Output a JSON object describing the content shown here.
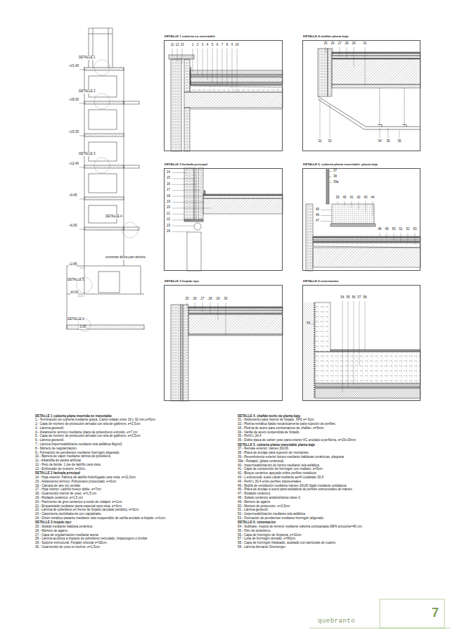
{
  "diagram": {
    "nodes": [
      {
        "text": [
          "DETALLE 1 cubierta no transitable"
        ]
      },
      {
        "text": [
          "DETALLE 2 fachada principal"
        ]
      },
      {
        "text": [
          "DETALLE 3 forjado tipo"
        ]
      },
      {
        "text": [
          "DETALLE 4 chaflán planta baja"
        ]
      },
      {
        "text": [
          "DETALLE 5. cubierta planta transitable. planta baja"
        ]
      },
      {
        "text": [
          "DETALLE 6 cimentación"
        ]
      }
    ],
    "labels": [
      "DETALLE 1",
      "+21.40",
      "DETALLE 2",
      "+18.30",
      "+15.35",
      "DETALLE 3",
      "+12.40",
      "+9.45",
      "DETALLE 4",
      "+6.50",
      "comentar altura juan antonio",
      "+2.85",
      "DETALLE 5",
      "±0.00",
      "DETALLE 6",
      "-3.05",
      "11",
      "12",
      "13",
      "1",
      "2",
      "3",
      "4",
      "5",
      "6",
      "7",
      "8",
      "9",
      "10",
      "14",
      "15",
      "16",
      "17",
      "18",
      "19",
      "20",
      "21",
      "22",
      "23",
      "24",
      "25",
      "26",
      "27",
      "28",
      "29",
      "30",
      "25",
      "26",
      "27",
      "28",
      "29",
      "31",
      "32",
      "33",
      "34",
      "35",
      "36",
      "37",
      "38",
      "39a",
      "39",
      "40",
      "41",
      "42",
      "43",
      "44",
      "45",
      "46",
      "47",
      "48",
      "49",
      "50",
      "51",
      "52",
      "53",
      "54",
      "55",
      "56",
      "57",
      "58",
      "59",
      "DETALLE 1 cubierta plana invertida no transitable",
      "1.- Terminación de cubierta mediante grava. Canto rodado entre 16 y 32 mm.e=5cm",
      "2.- Capa de mortero de protección armado con tela de gallinero. e=2,5cm",
      "3.- Lámina geotextil.",
      "4.- Aislamiento térmico mediante placa de poliestireno extruido. e=7 cm",
      "5.- Capa de mortero de protección armado con tela de gallinero. e=2,5cm",
      "6.- Lámina geotextil.",
      "7.- Lámina impermeabilizante mediante tela asfáltica 4kg/m2",
      "8.- Mortero de regularización.",
      "9.- Formación de pendientes mediante hormigón aligerado.",
      "10.- Barrera de vapor mediante lámina de polietileno.",
      "11.- Albardilla de piedra artificial.",
      "12.- Peto de borde. 1 pie de ladrillo cara vista.",
      "13.- Enfoscado de mortero. e=2cm.",
      "DETALLE 2 fachada principal",
      "14.- Hoja exterior. Fábrica de ladrillo hidrofugado cara vista. e=11,5cm",
      "15.- Aislamiento térmico. Poliuretano proyectado. e=3cm",
      "16.- Cámara de aire sin ventilar.",
      "17.- Hoja interior. Ladrillo hueco doble. e=7cm",
      "18.- Guarnecido interior de yeso. e=1,5 cm",
      "19.- Rodapié cerámico. e=1,5 cm",
      "20.- Pavimento de gres cerámico a modo de rodapié. e=1cm",
      "21.- Empanelado mediante pieza especial cara vista. e=3cm",
      "22.- Lámina de polietileno en frente de forjado (anclado perdido). e=3cm",
      "23.- Carpintería oscilobatiente con capialzado.",
      "24.- Dintel metálico pasante mediante tubo suspendido de varilla anclado a forjado. e=1cm.",
      "DETALLE 3 forjado tipo",
      "25.- Solado mediante baldosa cerámica.",
      "26.- Mortero de agarre.",
      "27.- Capa de regularización mediante arena.",
      "28.- Lámina acústica a impacto de polietileno reticulado, Impactogum o similar.",
      "29.- Soporte estructural. Forjado reticular e=30cm.",
      "30.- Guarnecido de yeso en techos. e=1,5cm",
      "DETALLE 4. chaflán techo de planta baja",
      "31.- Aislamiento para interior de forjado. XPS e= 5cm.",
      "32.- Pletina metálica fijada mecánicamente para sujeción de perfiles.",
      "33.- Pletina de acero para contramarcos de chaflán. e=5mm.",
      "34.- Varilla de acero suspendida de forjado.",
      "35.- Perfil L 30.4",
      "36.- Doble placa de cartón yeso para exterior KC anclado a perfilería. e=15+15mm",
      "DETALLE 5. cubierta planta transitable planta baja",
      "37.- Remate exterior, tramex 30x30.",
      "38.- Placa de anclaje para sujeción de montantes.",
      "39.- Revestimiento exterior bonos mediante baldosas cerámicas, plaqueta.",
      "39a.- Rodapié, [plaza cerámica].",
      "40.- Impermeabilización de bonos mediante tela asfáltica.",
      "41.- Capa de compresión de hormigón con mallazo. e=5cm.",
      "42.- Bloque cerámico apoyado sobre perfiles metálicos.",
      "43.- L estructural, suelo canal mediante perfil cuadrado 30.4",
      "44.- Perfil L 30.4 entre perfiles transversales.",
      "45.- Rejilla de ventilación mediante tramex 30x30 fijado mediante soldadura.",
      "46.- Placa de anclaje a suelo para soldadura de perfiles estructurales de tramex.",
      "47.- Rodapié cerámico.",
      "48.- Solado cerámico antideslizante clase 3.",
      "49.- Mortero de agarre.",
      "50.- Mortero de protección. e=2,5cm",
      "51.- Lámina geotextil.",
      "52.- Impermeabilización mediante tela asfáltica.",
      "53.- Formación de pendientes mediante hormigón aligerado.",
      "DETALLE 6. cimentación",
      "54.- Subbase, mejora de terreno mediante zahorra compactada (98% proctor)e=40 cm.",
      "55.- Film de polietileno.",
      "56.- Capa de hormigón de limpieza. e=10cm",
      "57.- Losa de hormigón armado. e=90cm.",
      "58.- Capa de hormigón fratasado, acabado con partículas de cuarzo.",
      "59.- Lámina drenante Drentenger.",
      "quebranto",
      "7"
    ]
  }
}
